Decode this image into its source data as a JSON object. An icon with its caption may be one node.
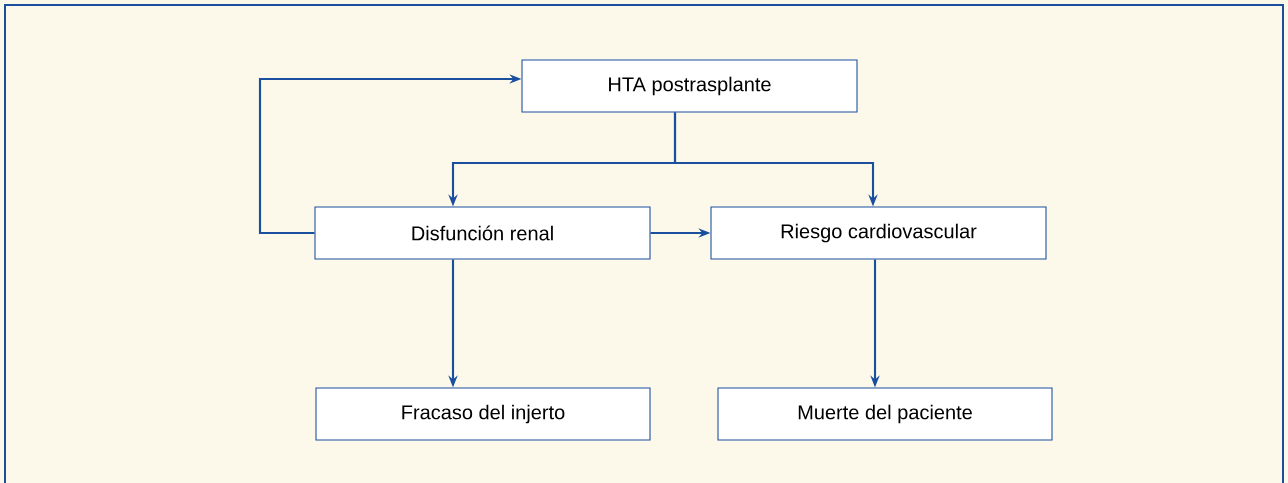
{
  "diagram": {
    "nodes": [
      {
        "text": [
          "HTA postrasplante"
        ]
      },
      {
        "text": [
          "Disfunción renal"
        ]
      },
      {
        "text": [
          "Riesgo cardiovascular"
        ]
      },
      {
        "text": [
          "Fracaso del injerto"
        ]
      },
      {
        "text": [
          "Muerte del paciente"
        ]
      }
    ],
    "edges": [
      {
        "from": 0,
        "to": 1,
        "arrow": "to"
      },
      {
        "from": 0,
        "to": 2,
        "arrow": "to"
      },
      {
        "from": 1,
        "to": 0,
        "arrow": "to"
      },
      {
        "from": 1,
        "to": 2,
        "arrow": "to"
      },
      {
        "from": 1,
        "to": 3,
        "arrow": "to"
      },
      {
        "from": 2,
        "to": 4,
        "arrow": "to"
      }
    ]
  }
}
